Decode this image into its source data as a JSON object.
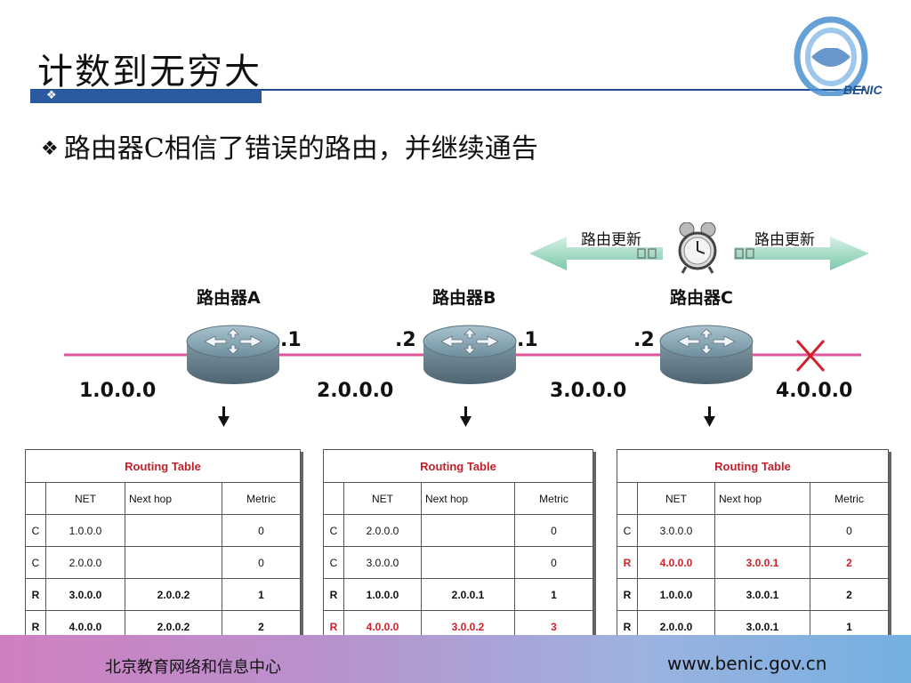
{
  "title": "计数到无穷大",
  "bullet": {
    "icon": "❖",
    "text": "路由器C相信了错误的路由，并继续通告"
  },
  "logo": {
    "text": "BENIC"
  },
  "update": {
    "left_label": "路由更新",
    "right_label": "路由更新",
    "icon": "alarm-clock-icon"
  },
  "routers": [
    {
      "label": "路由器A",
      "name_plain": "路由器",
      "suffix": "A"
    },
    {
      "label": "路由器B",
      "name_plain": "路由器",
      "suffix": "B"
    },
    {
      "label": "路由器C",
      "name_plain": "路由器",
      "suffix": "C"
    }
  ],
  "ports": [
    ".1",
    ".2",
    ".1",
    ".2"
  ],
  "networks": [
    "1.0.0.0",
    "2.0.0.0",
    "3.0.0.0",
    "4.0.0.0"
  ],
  "link_failure": "×",
  "tables": [
    {
      "title": "Routing Table",
      "headers": [
        "",
        "NET",
        "Next hop",
        "Metric"
      ],
      "rows": [
        {
          "type": "C",
          "net": "1.0.0.0",
          "next_hop": "",
          "metric": "0",
          "style": "normal"
        },
        {
          "type": "C",
          "net": "2.0.0.0",
          "next_hop": "",
          "metric": "0",
          "style": "normal"
        },
        {
          "type": "R",
          "net": "3.0.0.0",
          "next_hop": "2.0.0.2",
          "metric": "1",
          "style": "bold"
        },
        {
          "type": "R",
          "net": "4.0.0.0",
          "next_hop": "2.0.0.2",
          "metric": "2",
          "style": "bold"
        }
      ]
    },
    {
      "title": "Routing Table",
      "headers": [
        "",
        "NET",
        "Next hop",
        "Metric"
      ],
      "rows": [
        {
          "type": "C",
          "net": "2.0.0.0",
          "next_hop": "",
          "metric": "0",
          "style": "normal"
        },
        {
          "type": "C",
          "net": "3.0.0.0",
          "next_hop": "",
          "metric": "0",
          "style": "normal"
        },
        {
          "type": "R",
          "net": "1.0.0.0",
          "next_hop": "2.0.0.1",
          "metric": "1",
          "style": "bold"
        },
        {
          "type": "R",
          "net": "4.0.0.0",
          "next_hop": "3.0.0.2",
          "metric": "3",
          "style": "red"
        }
      ]
    },
    {
      "title": "Routing Table",
      "headers": [
        "",
        "NET",
        "Next hop",
        "Metric"
      ],
      "rows": [
        {
          "type": "C",
          "net": "3.0.0.0",
          "next_hop": "",
          "metric": "0",
          "style": "normal"
        },
        {
          "type": "R",
          "net": "4.0.0.0",
          "next_hop": "3.0.0.1",
          "metric": "2",
          "style": "red"
        },
        {
          "type": "R",
          "net": "1.0.0.0",
          "next_hop": "3.0.0.1",
          "metric": "2",
          "style": "bold"
        },
        {
          "type": "R",
          "net": "2.0.0.0",
          "next_hop": "3.0.0.1",
          "metric": "1",
          "style": "bold"
        }
      ]
    }
  ],
  "footer": {
    "left": "北京教育网络和信息中心",
    "right": "www.benic.gov.cn"
  },
  "colors": {
    "link_line": "#e0549a",
    "failure_mark": "#d0202a",
    "highlight_text": "#d0202a",
    "title_bar": "#2b5aa0",
    "arrow_fill": "#8fd1b8"
  }
}
